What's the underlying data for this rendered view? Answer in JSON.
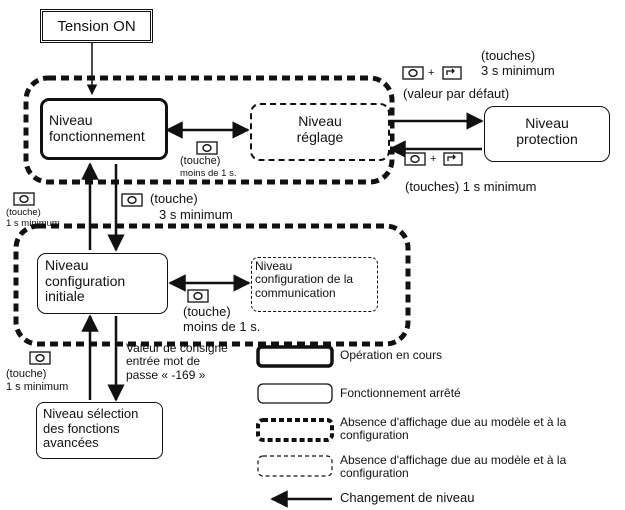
{
  "nodes": {
    "power_on": "Tension ON",
    "operation": "Niveau\nfonctionnement",
    "adjustment": "Niveau\nréglage",
    "protection": "Niveau\nprotection",
    "initial_setting": "Niveau\nconfiguration\ninitiale",
    "communication": "Niveau\nconfiguration de la\ncommunication",
    "advanced": "Niveau sélection\ndes fonctions\navancées"
  },
  "transitions": {
    "to_protection_keys": "(touches)\n3 s minimum",
    "to_protection_default": "(valeur par défaut)",
    "from_protection_keys": "(touches) 1 s minimum",
    "op_adj_key": "(touche)",
    "op_adj_time": "moins de 1 s.",
    "init_to_op_key": "(touche)",
    "init_to_op_time": "1 s minimum",
    "op_to_init_key": "(touche)",
    "op_to_init_time": "3 s minimum",
    "init_comm_key": "(touche)",
    "init_comm_time": "moins de 1 s.",
    "adv_to_init_key": "(touche)",
    "adv_to_init_time": "1 s minimum",
    "password_note": "Valeur de consigne\nentrée mot de\npasse « -169 »",
    "plus": "+"
  },
  "legend": {
    "running": "Opération en cours",
    "stopped": "Fonctionnement arrêté",
    "hidden_thick": "Absence d'affichage due au modèle et à la\nconfiguration",
    "hidden_thin": "Absence d'affichage due au modèle et à la\nconfiguration",
    "level_change": "Changement de niveau"
  },
  "icons": {
    "mode_key": "mode-key-icon",
    "up_key": "up-key-icon"
  }
}
